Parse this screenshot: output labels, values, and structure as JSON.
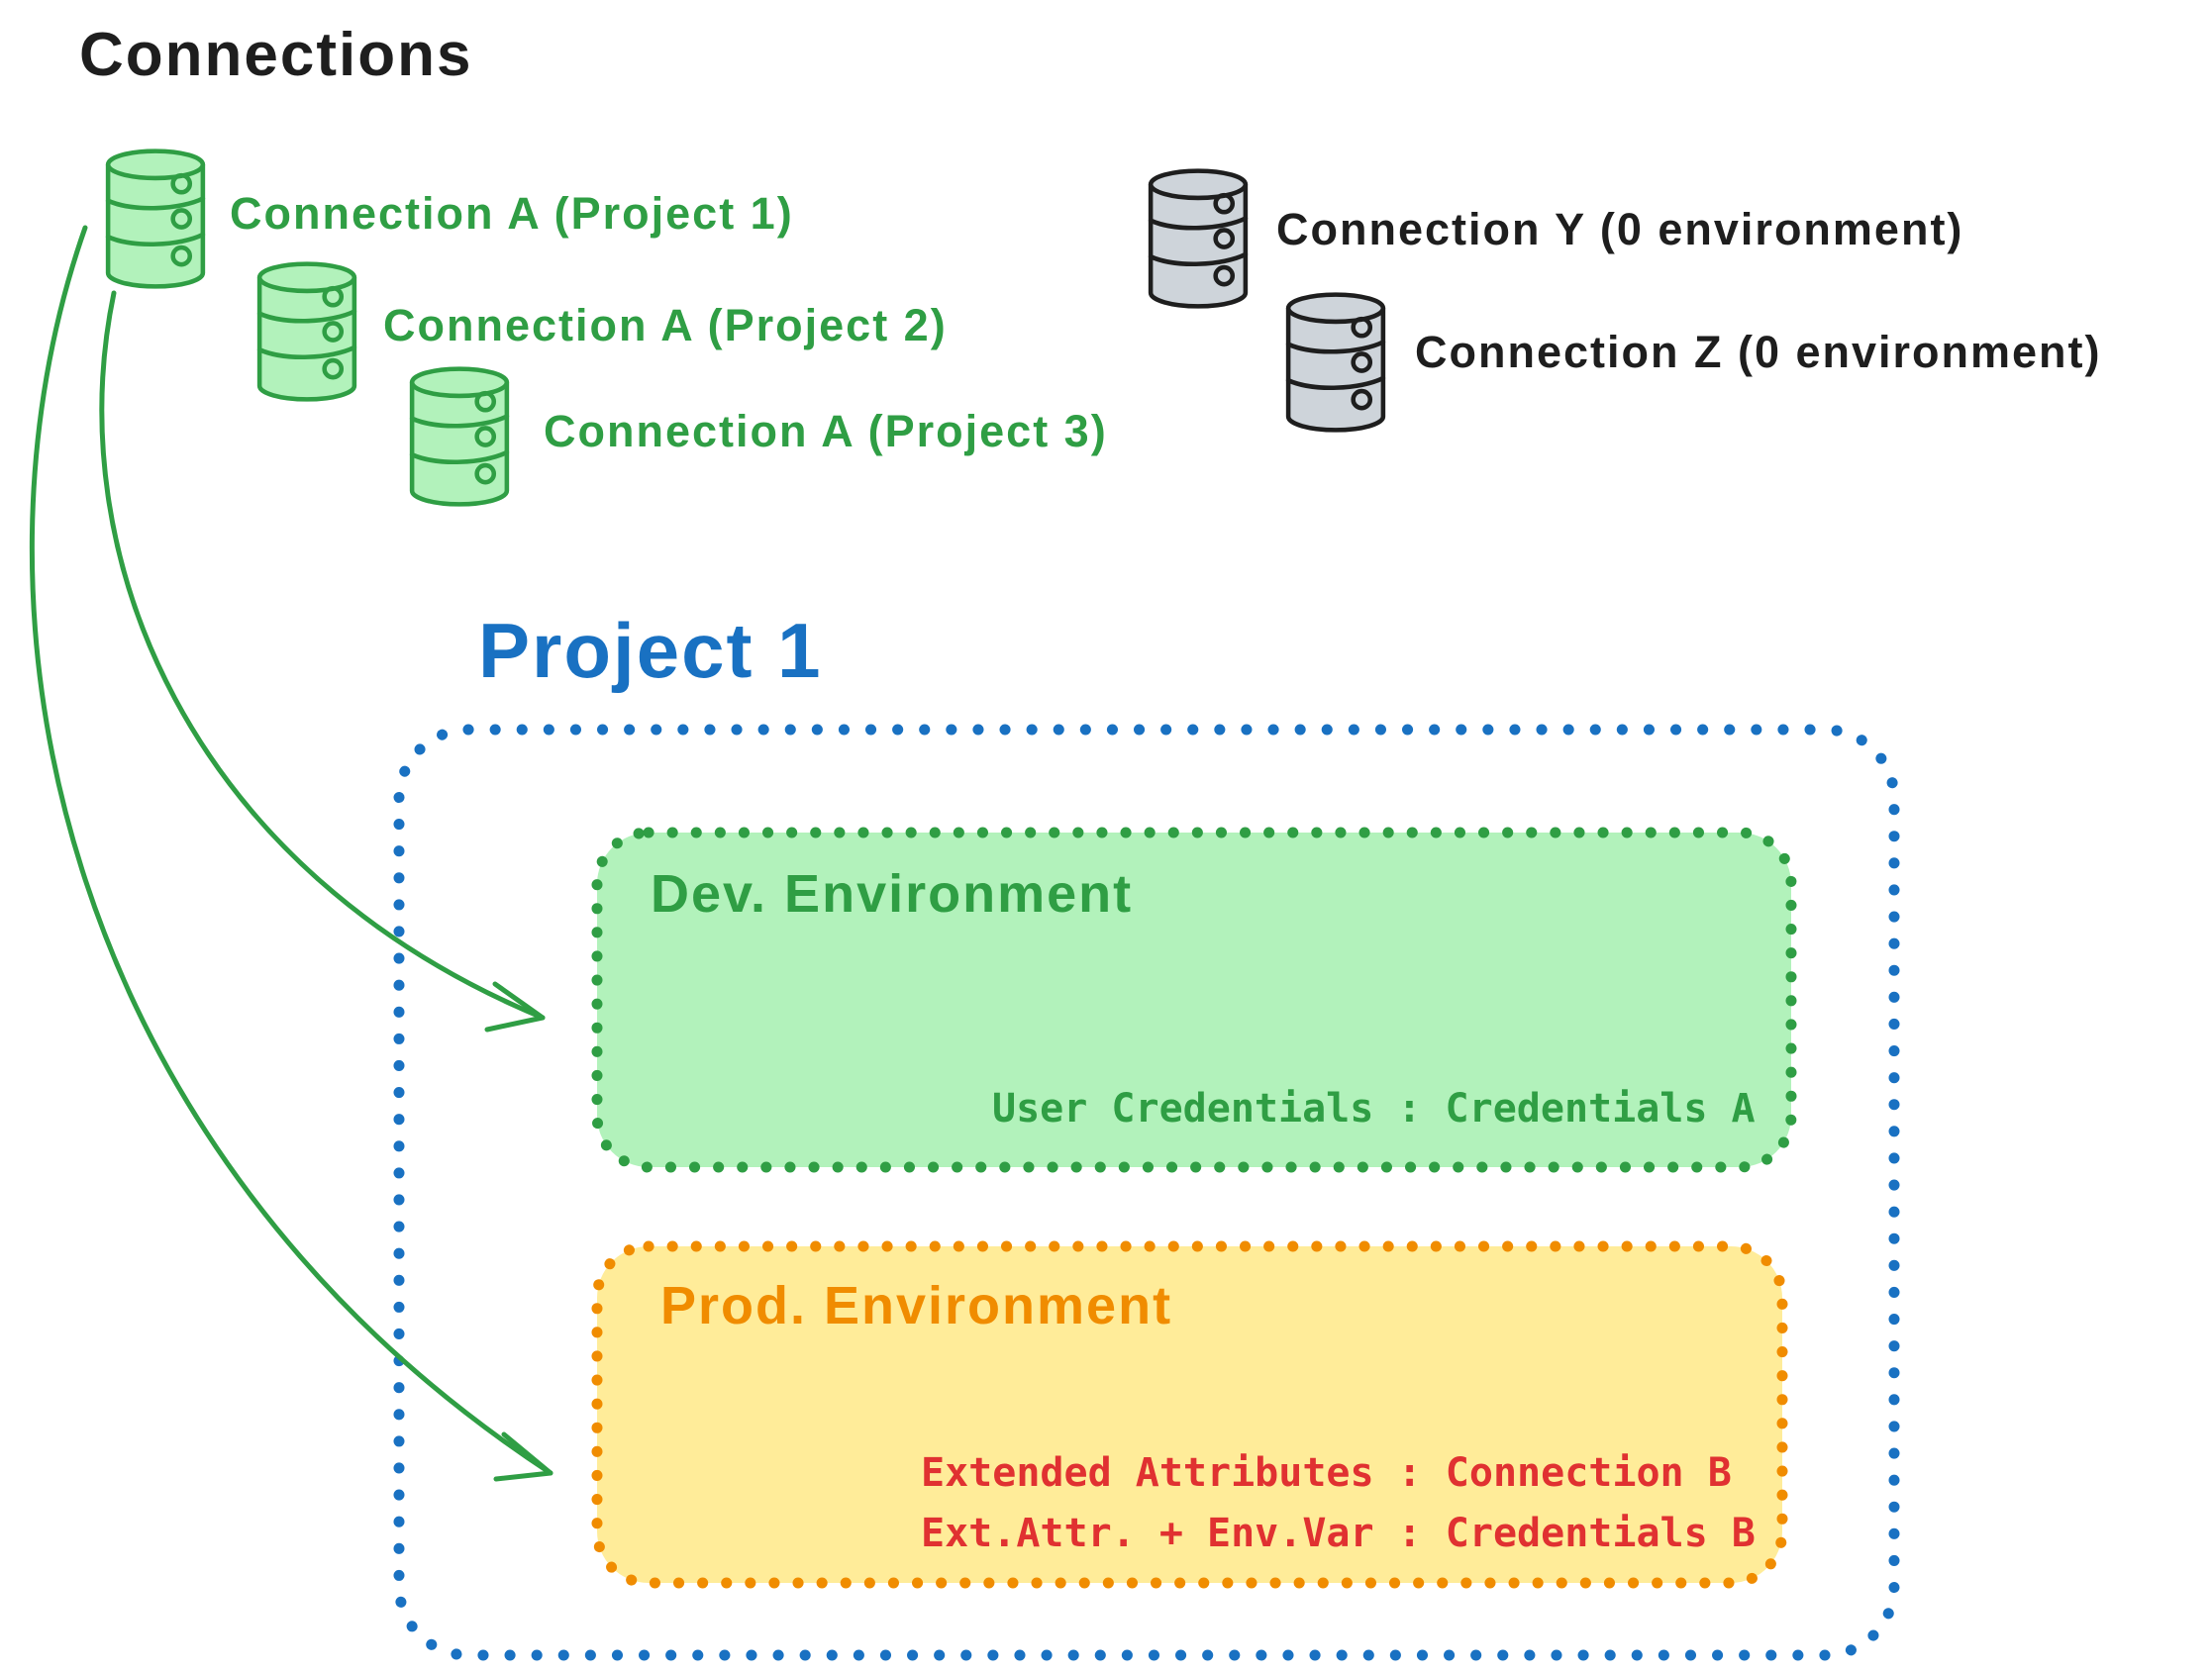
{
  "title": "Connections",
  "colors": {
    "ink": "#1e1e1e",
    "green_stroke": "#2f9e44",
    "green_fill": "#b2f2bb",
    "gray_fill": "#ced4da",
    "blue": "#1971c2",
    "orange": "#f08c00",
    "yellow_fill": "#ffec99",
    "red": "#e03131"
  },
  "icons": {
    "database": "database-icon"
  },
  "connections_green": [
    {
      "label": "Connection A (Project 1)"
    },
    {
      "label": "Connection A (Project 2)"
    },
    {
      "label": "Connection A (Project 3)"
    }
  ],
  "connections_gray": [
    {
      "label": "Connection Y (0 environment)"
    },
    {
      "label": "Connection Z (0 environment)"
    }
  ],
  "project": {
    "title": "Project 1",
    "dev_environment": {
      "title": "Dev. Environment",
      "credentials_line": "User Credentials : Credentials A"
    },
    "prod_environment": {
      "title": "Prod. Environment",
      "line1": "Extended Attributes : Connection B",
      "line2": "Ext.Attr. + Env.Var : Credentials B"
    }
  }
}
